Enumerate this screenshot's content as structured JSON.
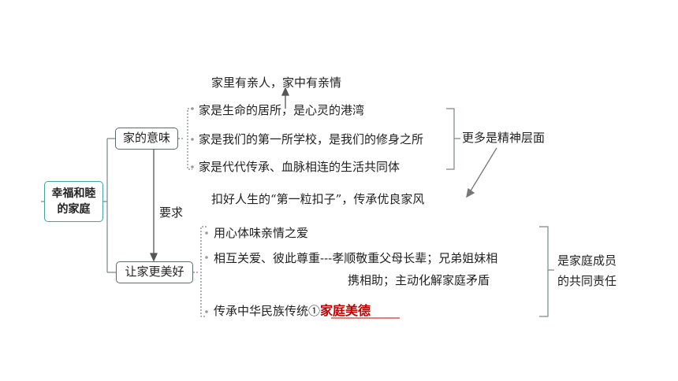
{
  "root": {
    "line1": "幸福和睦",
    "line2": "的家庭"
  },
  "nodes": {
    "meaning": "家的意味",
    "better": "让家更美好"
  },
  "top_note": "家里有亲人，家中有亲情",
  "meaning_items": [
    "家是生命的居所，是心灵的港湾",
    "家是我们的第一所学校，是我们的修身之所",
    "家是代代传承、血脉相连的生活共同体"
  ],
  "meaning_summary": "更多是精神层面",
  "meaning_note": "扣好人生的“第一粒扣子”，传承优良家风",
  "require_label": "要求",
  "better_items": {
    "item1": "用心体味亲情之爱",
    "item2_a": "相互关爱、彼此尊重---孝顺敬重父母长辈；兄弟姐妹相",
    "item2_b": "携相助；主动化解家庭矛盾",
    "item3_prefix": "传承中华民族传统①",
    "item3_answer": "家庭美德"
  },
  "better_summary": {
    "line1": "是家庭成员",
    "line2": "的共同责任"
  },
  "colors": {
    "line": "#5b6b6b",
    "root_border": "#3fa3a0",
    "answer": "#c00000"
  }
}
